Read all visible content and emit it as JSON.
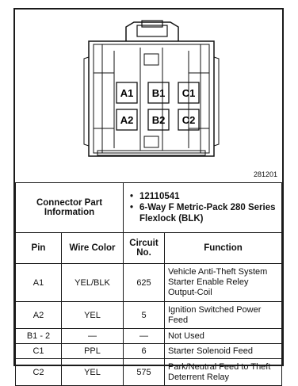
{
  "figure": {
    "id": "281201"
  },
  "connector": {
    "pin_labels": [
      "A1",
      "B1",
      "C1",
      "A2",
      "B2",
      "C2"
    ]
  },
  "part_info": {
    "label": "Connector Part Information",
    "items": [
      "12110541",
      "6-Way F Metric-Pack 280 Series Flexlock (BLK)"
    ]
  },
  "table": {
    "headers": {
      "pin": "Pin",
      "wire_color": "Wire Color",
      "circuit_no": "Circuit No.",
      "function": "Function"
    },
    "rows": [
      {
        "pin": "A1",
        "wire_color": "YEL/BLK",
        "circuit_no": "625",
        "function": "Vehicle Anti-Theft System Starter Enable Reley Output-Coil"
      },
      {
        "pin": "A2",
        "wire_color": "YEL",
        "circuit_no": "5",
        "function": "Ignition Switched Power Feed"
      },
      {
        "pin": "B1 - 2",
        "wire_color": "—",
        "circuit_no": "—",
        "function": "Not Used"
      },
      {
        "pin": "C1",
        "wire_color": "PPL",
        "circuit_no": "6",
        "function": "Starter Solenoid Feed"
      },
      {
        "pin": "C2",
        "wire_color": "YEL",
        "circuit_no": "575",
        "function": "Park/Neutral Feed to Theft Deterrent Relay"
      }
    ]
  }
}
